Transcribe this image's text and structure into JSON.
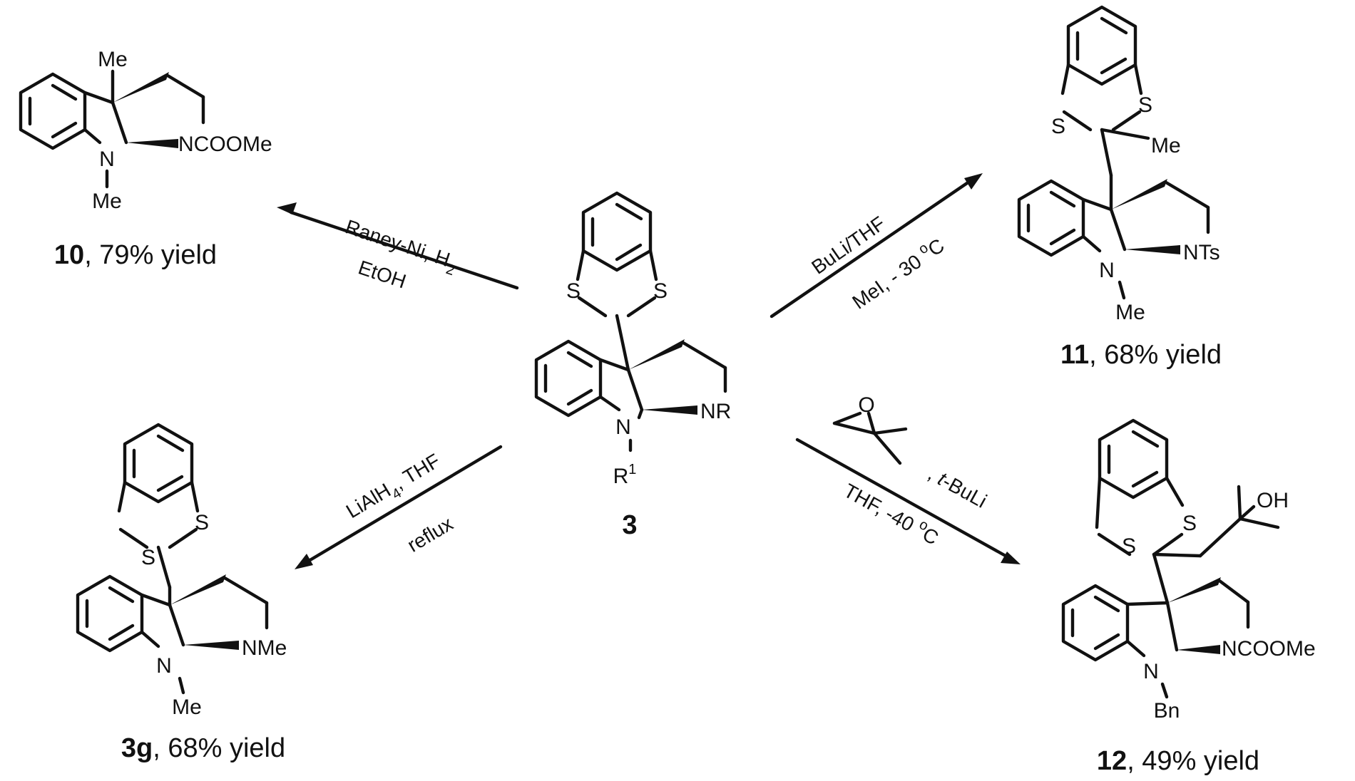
{
  "colors": {
    "ink": "#111111",
    "background": "#ffffff"
  },
  "center": {
    "number": "3",
    "atoms": {
      "s1": "S",
      "s2": "S",
      "nr": "NR",
      "n": "N",
      "r1": "R",
      "r1_sup": "1"
    }
  },
  "c10": {
    "number": "10",
    "yield": ", 79% yield",
    "atoms": {
      "me_top": "Me",
      "n_sub": "NCOOMe",
      "n": "N",
      "me_n": "Me"
    }
  },
  "c11": {
    "number": "11",
    "yield": ", 68% yield",
    "atoms": {
      "s1": "S",
      "s2": "S",
      "me_ring": "Me",
      "nts": "NTs",
      "n": "N",
      "me_n": "Me"
    }
  },
  "c3g": {
    "number": "3g",
    "yield": ", 68% yield",
    "atoms": {
      "s1": "S",
      "s2": "S",
      "nme": "NMe",
      "n": "N",
      "me_n": "Me"
    }
  },
  "c12": {
    "number": "12",
    "yield": ", 49% yield",
    "atoms": {
      "s1": "S",
      "s2": "S",
      "oh": "OH",
      "n_sub": "NCOOMe",
      "n": "N",
      "bn": "Bn"
    }
  },
  "arrows": {
    "to_10": {
      "above_a": "Raney-Ni,  H",
      "above_sub": "2",
      "below": "EtOH"
    },
    "to_11": {
      "above": "BuLi/THF",
      "below_a": "MeI, - 30 ",
      "below_sup": "o",
      "below_b": "C"
    },
    "to_3g": {
      "above_a": "LiAlH",
      "above_sub": "4",
      "above_b": ", THF",
      "below": "reflux"
    },
    "to_12": {
      "epoxide_o": "O",
      "above_a": ", ",
      "above_b": "t",
      "above_c": "-BuLi",
      "below_a": "THF, -40 ",
      "below_sup": "o",
      "below_b": "C"
    }
  }
}
